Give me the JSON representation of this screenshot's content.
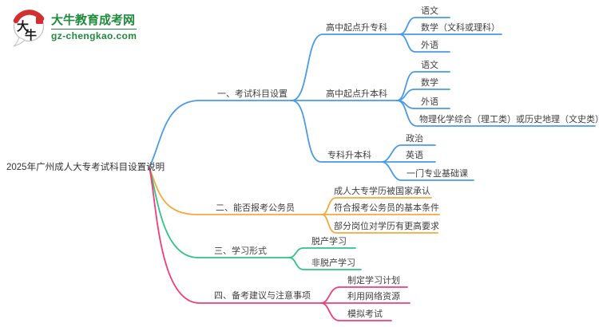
{
  "logo": {
    "icon_char_top": "大",
    "icon_char_bottom": "牛",
    "site_name": "大牛教育成考网",
    "site_url": "gz-chengkao.com",
    "brand_green": "#1f8a3c",
    "accent_red": "#d32f2f"
  },
  "mindmap": {
    "root": "2025年广州成人大专考试科目设置说明",
    "palette": {
      "blue": "#4a9be6",
      "orange": "#f5a93b",
      "green": "#2ec487",
      "pink": "#f23c7c",
      "text": "#3f3f3f"
    },
    "branches": [
      {
        "label": "一、考试科目设置",
        "color": "#4a9be6",
        "nodes": [
          {
            "label": "高中起点升专科",
            "children": [
              "语文",
              "数学（文科或理科）",
              "外语"
            ]
          },
          {
            "label": "高中起点升本科",
            "children": [
              "语文",
              "数学",
              "外语",
              "物理化学综合（理工类）或历史地理（文史类）"
            ]
          },
          {
            "label": "专科升本科",
            "children": [
              "政治",
              "英语",
              "一门专业基础课"
            ]
          }
        ]
      },
      {
        "label": "二、能否报考公务员",
        "color": "#f5a93b",
        "children": [
          "成人大专学历被国家承认",
          "符合报考公务员的基本条件",
          "部分岗位对学历有更高要求"
        ]
      },
      {
        "label": "三、学习形式",
        "color": "#2ec487",
        "children": [
          "脱产学习",
          "非脱产学习"
        ]
      },
      {
        "label": "四、备考建议与注意事项",
        "color": "#f23c7c",
        "children": [
          "制定学习计划",
          "利用网络资源",
          "模拟考试"
        ]
      }
    ]
  }
}
